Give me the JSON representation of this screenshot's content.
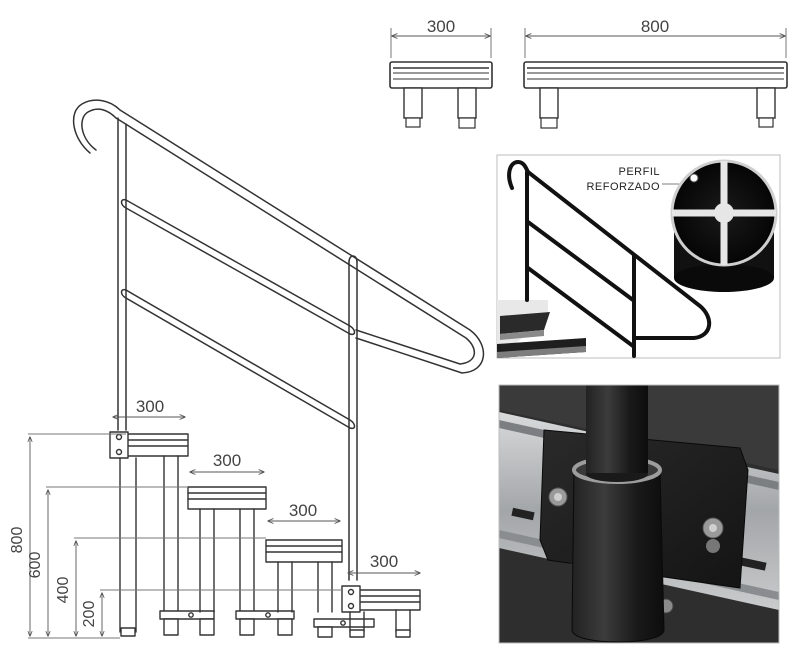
{
  "top_views": {
    "step_depth_label": "300",
    "step_width_label": "800"
  },
  "main_drawing": {
    "step_depth_labels": [
      "300",
      "300",
      "300",
      "300"
    ],
    "height_labels": [
      "800",
      "600",
      "400",
      "200"
    ]
  },
  "detail_photo": {
    "callout_line1": "PERFIL",
    "callout_line2": "REFORZADO"
  },
  "colors": {
    "line": "#333333",
    "dim_line": "#555555",
    "photo_dark": "#1c1c1c",
    "photo_metal": "#a9acae"
  }
}
